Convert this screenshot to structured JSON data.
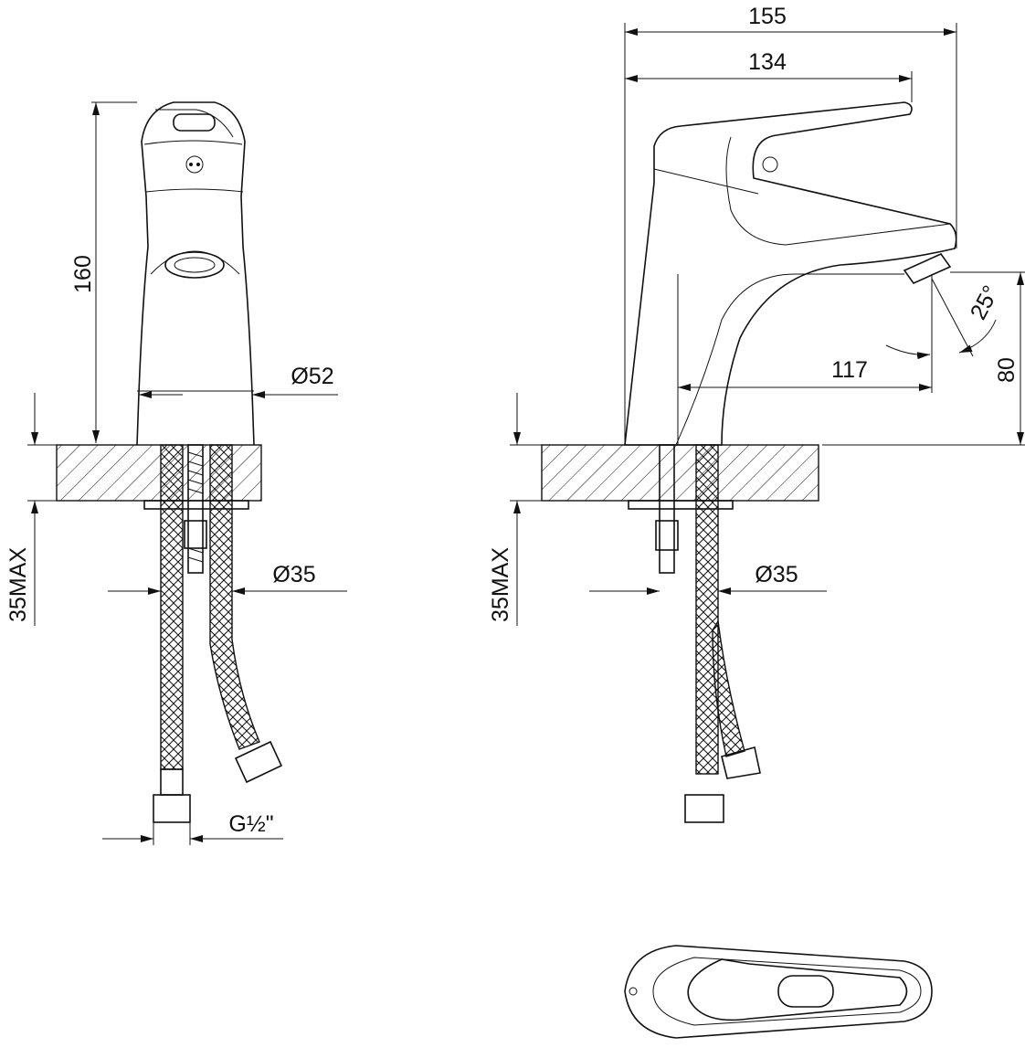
{
  "title": "Single-lever basin mixer dimension drawing",
  "colors": {
    "line": "#111111",
    "background": "#ffffff"
  },
  "front_view": {
    "height_label": "160",
    "body_diameter_label": "Ø52",
    "hole_diameter_label": "Ø35",
    "countertop_label": "35MAX",
    "thread_label": "G½\""
  },
  "side_view": {
    "overall_length_label": "155",
    "lever_length_label": "134",
    "spout_reach_label": "117",
    "spout_height_label": "80",
    "spout_angle_label": "25°",
    "hole_diameter_label": "Ø35",
    "countertop_label": "35MAX"
  }
}
